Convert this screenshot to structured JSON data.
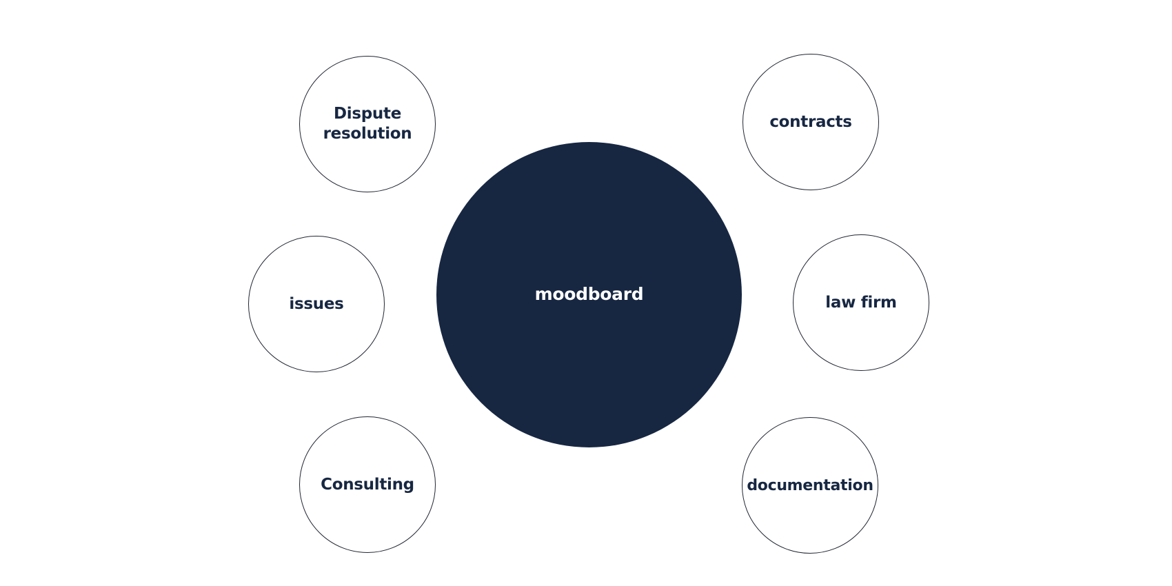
{
  "diagram": {
    "center": {
      "label": "moodboard"
    },
    "nodes": [
      {
        "id": "dispute",
        "label": "Dispute resolution"
      },
      {
        "id": "contracts",
        "label": "contracts"
      },
      {
        "id": "issues",
        "label": "issues"
      },
      {
        "id": "law_firm",
        "label": "law firm"
      },
      {
        "id": "consulting",
        "label": "Consulting"
      },
      {
        "id": "documentation",
        "label": "documentation"
      }
    ],
    "colors": {
      "center_fill": "#172742",
      "center_text": "#ffffff",
      "node_border": "#1f2430",
      "node_text": "#172742",
      "background": "#ffffff"
    }
  }
}
